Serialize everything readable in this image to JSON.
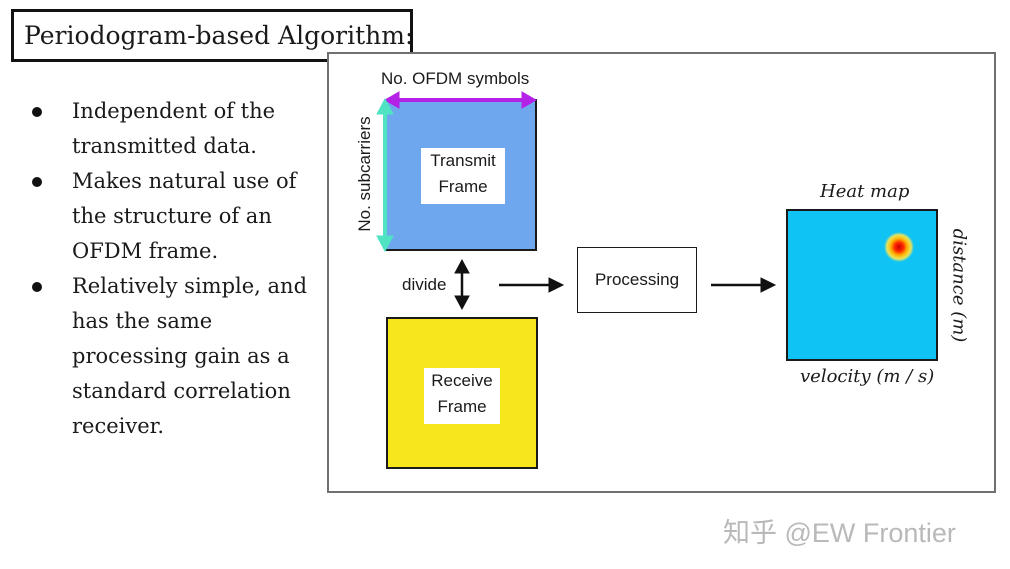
{
  "title": "Periodogram-based Algorithm:",
  "bullets": [
    {
      "lines": [
        "Independent of the",
        "transmitted data."
      ]
    },
    {
      "lines": [
        "Makes natural use of",
        "the structure of an",
        "OFDM frame."
      ]
    },
    {
      "lines": [
        "Relatively simple, and",
        "has the same",
        "processing gain as a",
        "standard correlation",
        "receiver."
      ]
    }
  ],
  "diagram": {
    "ofdm_symbols_label": "No. OFDM symbols",
    "subcarriers_label": "No. subcarriers",
    "transmit_frame": {
      "line1": "Transmit",
      "line2": "Frame"
    },
    "receive_frame": {
      "line1": "Receive",
      "line2": "Frame"
    },
    "divide_label": "divide",
    "processing_label": "Processing",
    "heatmap_title": "Heat map",
    "heatmap_x_label": "velocity (m / s)",
    "heatmap_y_label": "distance (m)"
  },
  "colors": {
    "transmit_frame": "#6fa7ef",
    "receive_frame": "#f7e61c",
    "heatmap_bg": "#10c3f5",
    "arrow_ofdm": "#b521e6",
    "arrow_subcarriers": "#4fe3c4"
  },
  "watermark": "知乎 @EW Frontier"
}
